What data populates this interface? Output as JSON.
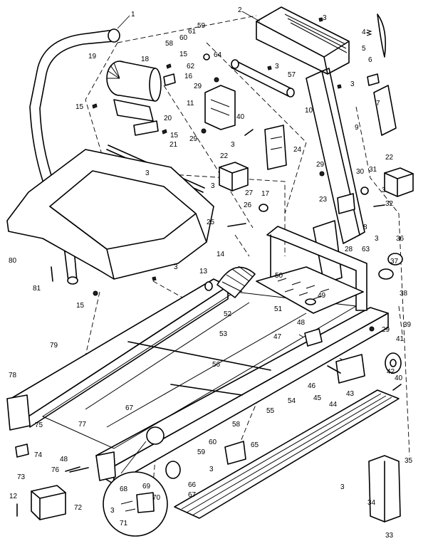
{
  "labels": [
    "1",
    "2",
    "3",
    "4",
    "5",
    "6",
    "7",
    "8",
    "9",
    "10",
    "11",
    "12",
    "13",
    "14",
    "15",
    "16",
    "17",
    "18",
    "19",
    "20",
    "21",
    "22",
    "23",
    "24",
    "25",
    "26",
    "27",
    "28",
    "29",
    "30",
    "31",
    "32",
    "33",
    "34",
    "35",
    "36",
    "37",
    "38",
    "39",
    "40",
    "41",
    "42",
    "43",
    "44",
    "45",
    "46",
    "47",
    "48",
    "49",
    "50",
    "51",
    "52",
    "53",
    "54",
    "55",
    "56",
    "57",
    "58",
    "59",
    "60",
    "61",
    "62",
    "63",
    "64",
    "65",
    "66",
    "67",
    "68",
    "69",
    "70",
    "71",
    "72",
    "73",
    "74",
    "75",
    "76",
    "77",
    "78",
    "79",
    "80",
    "81"
  ]
}
